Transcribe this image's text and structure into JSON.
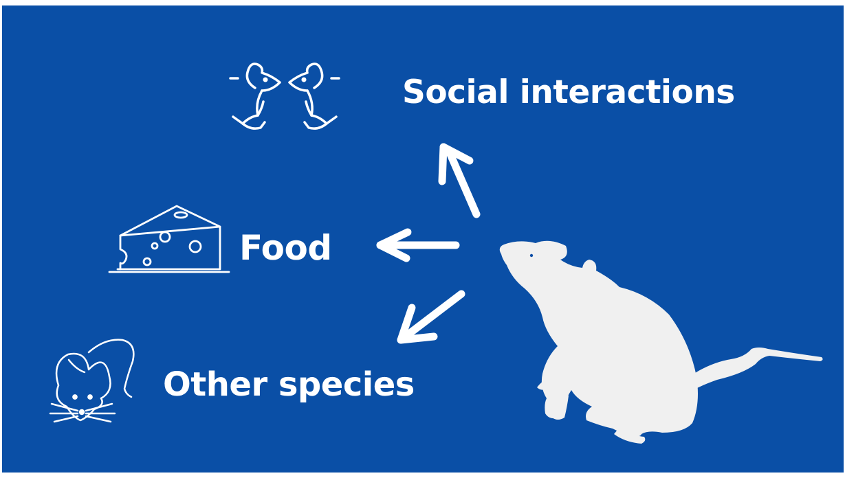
{
  "labels": {
    "social": "Social interactions",
    "food": "Food",
    "other_species": "Other species"
  },
  "icons": {
    "social": "two-mice-facing-icon",
    "food": "cheese-wedge-icon",
    "other_species": "mouse-face-icon",
    "subject": "rat-silhouette"
  },
  "colors": {
    "background": "#0a4fa6",
    "foreground": "#ffffff",
    "rat": "#f0f0f0"
  }
}
